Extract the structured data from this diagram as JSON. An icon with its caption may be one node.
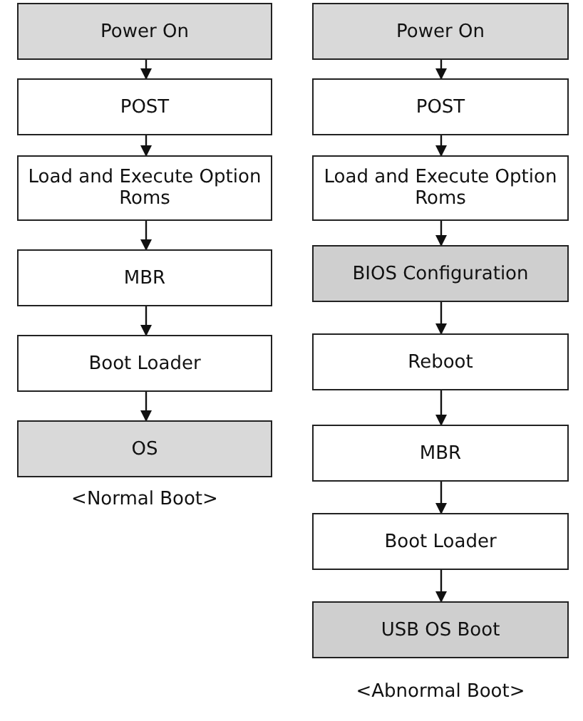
{
  "diagram": {
    "nodes": [
      {
        "text": [
          "Power On"
        ]
      },
      {
        "text": [
          "POST"
        ]
      },
      {
        "text": [
          "Load and Execute Option Roms"
        ]
      },
      {
        "text": [
          "MBR"
        ]
      },
      {
        "text": [
          "Boot Loader"
        ]
      },
      {
        "text": [
          "OS"
        ]
      },
      {
        "text": [
          "Power On"
        ]
      },
      {
        "text": [
          "POST"
        ]
      },
      {
        "text": [
          "Load and Execute Option Roms"
        ]
      },
      {
        "text": [
          "BIOS Configuration"
        ]
      },
      {
        "text": [
          "Reboot"
        ]
      },
      {
        "text": [
          "MBR"
        ]
      },
      {
        "text": [
          "Boot Loader"
        ]
      },
      {
        "text": [
          "USB OS Boot"
        ]
      }
    ],
    "edges": [
      {
        "from": 0,
        "to": 1,
        "arrow": "to"
      },
      {
        "from": 1,
        "to": 2,
        "arrow": "to"
      },
      {
        "from": 2,
        "to": 3,
        "arrow": "to"
      },
      {
        "from": 3,
        "to": 4,
        "arrow": "to"
      },
      {
        "from": 4,
        "to": 5,
        "arrow": "to"
      },
      {
        "from": 6,
        "to": 7,
        "arrow": "to"
      },
      {
        "from": 7,
        "to": 8,
        "arrow": "to"
      },
      {
        "from": 8,
        "to": 9,
        "arrow": "to"
      },
      {
        "from": 9,
        "to": 10,
        "arrow": "to"
      },
      {
        "from": 10,
        "to": 11,
        "arrow": "to"
      },
      {
        "from": 11,
        "to": 12,
        "arrow": "to"
      },
      {
        "from": 12,
        "to": 13,
        "arrow": "to"
      }
    ],
    "labels": [
      "<Normal Boot>",
      "<Abnormal Boot>"
    ]
  }
}
